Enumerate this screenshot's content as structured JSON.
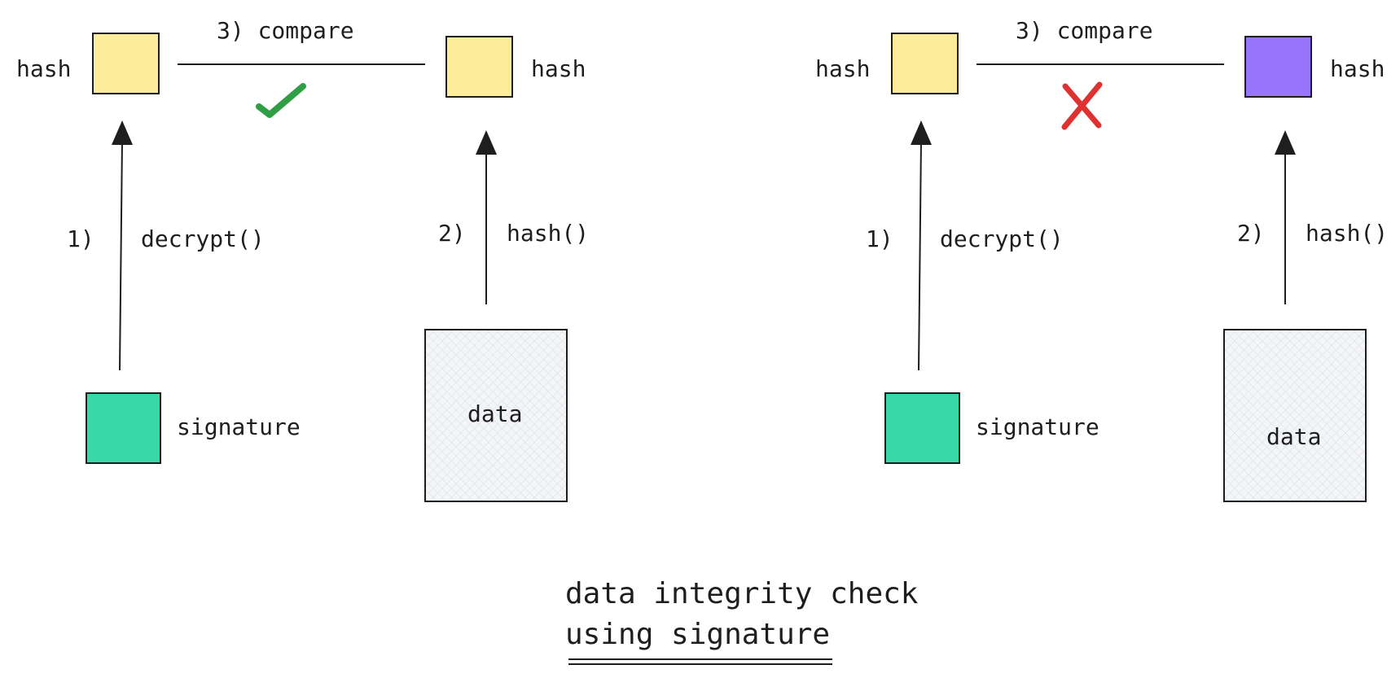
{
  "colors": {
    "hash_fill": "#fdec9a",
    "hash_mismatch_fill": "#9775fa",
    "signature_fill": "#38d9a9",
    "data_fill": "#f4f5f7",
    "check_color": "#2f9e44",
    "cross_color": "#e03131",
    "stroke": "#1e1e1e"
  },
  "left": {
    "hash_label_left": "hash",
    "hash_label_right": "hash",
    "compare_label": "3) compare",
    "step1_number": "1)",
    "step1_label": "decrypt()",
    "step2_number": "2)",
    "step2_label": "hash()",
    "signature_label": "signature",
    "data_label": "data",
    "result_icon": "check-icon"
  },
  "right": {
    "hash_label_left": "hash",
    "hash_label_right": "hash",
    "compare_label": "3) compare",
    "step1_number": "1)",
    "step1_label": "decrypt()",
    "step2_number": "2)",
    "step2_label": "hash()",
    "signature_label": "signature",
    "data_label": "data",
    "result_icon": "cross-icon"
  },
  "title": {
    "line1": "data integrity check",
    "line2": "using signature"
  }
}
